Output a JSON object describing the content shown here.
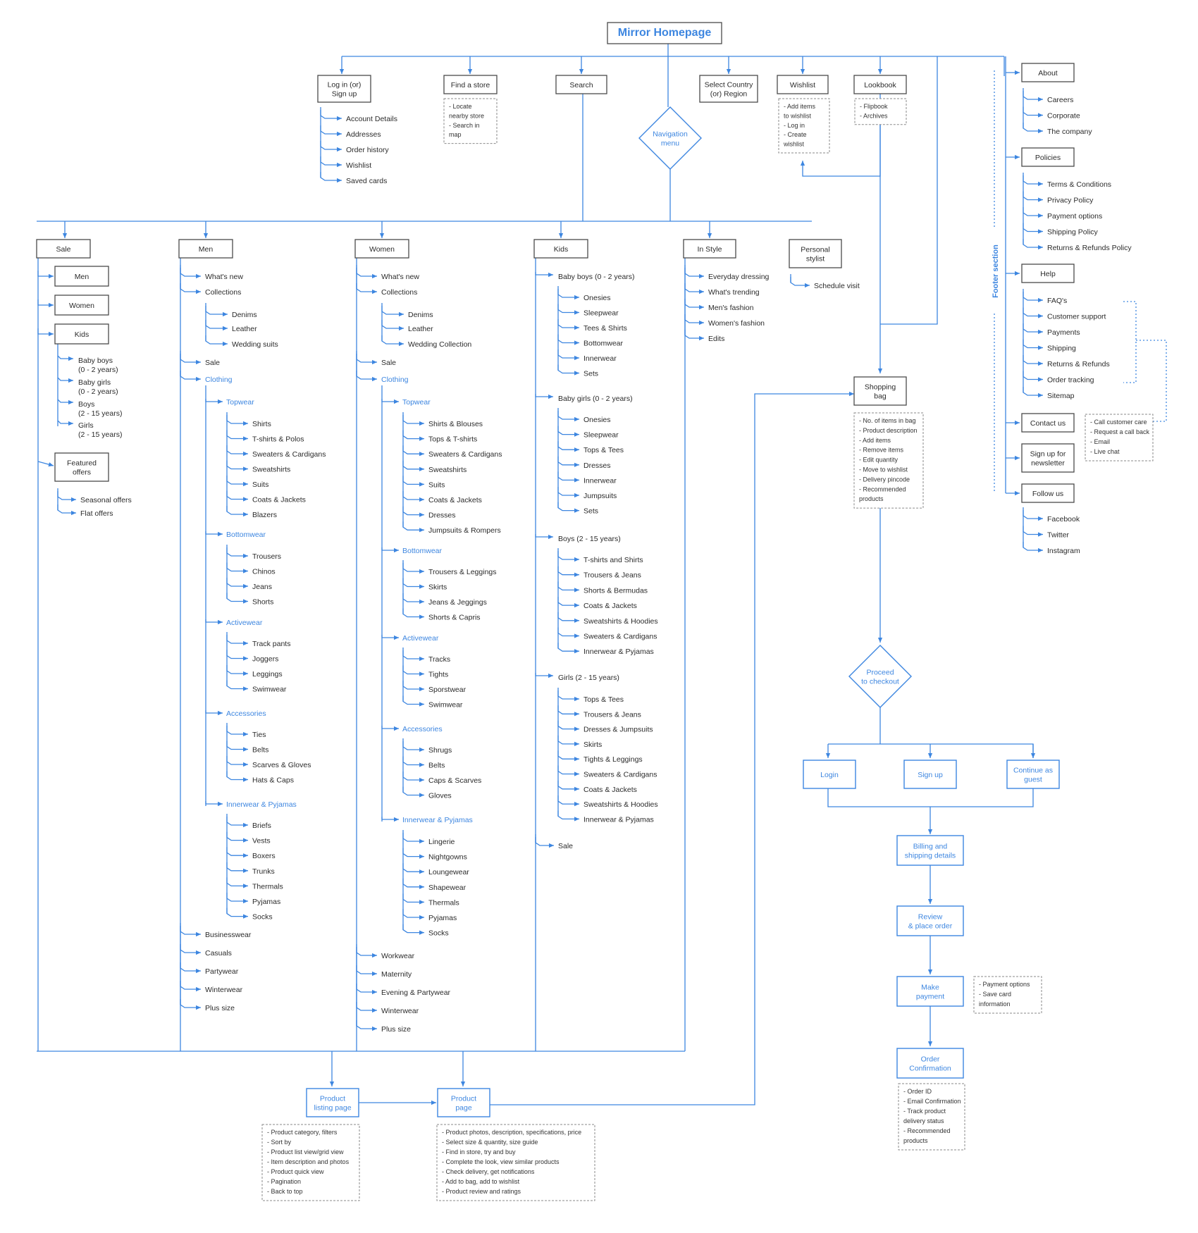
{
  "colors": {
    "accent": "#3d86e0",
    "ink": "#2b2b2b",
    "box": "#4a4a4a",
    "note": "#8a8a8a"
  },
  "title": "Mirror Homepage",
  "nav_menu": "Navigation menu",
  "footer_label": "Footer section",
  "top": {
    "login": "Log in (or) Sign up",
    "find_store": "Find a store",
    "search": "Search",
    "select_country": "Select Country (or) Region",
    "wishlist": "Wishlist",
    "lookbook": "Lookbook",
    "login_items": [
      "Account Details",
      "Addresses",
      "Order history",
      "Wishlist",
      "Saved cards"
    ],
    "find_store_note": [
      "- Locate",
      "  nearby store",
      "- Search in",
      "  map"
    ],
    "wishlist_note": [
      "- Add items",
      "  to wishlist",
      "- Log in",
      "- Create",
      "  wishlist"
    ],
    "lookbook_note": [
      "- Flipbook",
      "- Archives"
    ]
  },
  "sale": {
    "label": "Sale",
    "men": "Men",
    "women": "Women",
    "kids": "Kids",
    "kids_items": [
      "Baby boys",
      "(0 - 2 years)",
      "Baby girls",
      "(0 - 2 years)",
      "Boys",
      "(2 - 15 years)",
      "Girls",
      "(2 - 15 years)"
    ],
    "featured": "Featured offers",
    "featured_items": [
      "Seasonal offers",
      "Flat offers"
    ]
  },
  "men": {
    "label": "Men",
    "top_items": [
      "What's new",
      "Collections"
    ],
    "collections": [
      "Denims",
      "Leather",
      "Wedding suits"
    ],
    "mid_items": [
      "Sale",
      "Clothing"
    ],
    "topwear": "Topwear",
    "topwear_items": [
      "Shirts",
      "T-shirts & Polos",
      "Sweaters & Cardigans",
      "Sweatshirts",
      "Suits",
      "Coats & Jackets",
      "Blazers"
    ],
    "bottomwear": "Bottomwear",
    "bottomwear_items": [
      "Trousers",
      "Chinos",
      "Jeans",
      "Shorts"
    ],
    "activewear": "Activewear",
    "activewear_items": [
      "Track pants",
      "Joggers",
      "Leggings",
      "Swimwear"
    ],
    "accessories": "Accessories",
    "accessories_items": [
      "Ties",
      "Belts",
      "Scarves & Gloves",
      "Hats & Caps"
    ],
    "innerwear": "Innerwear & Pyjamas",
    "innerwear_items": [
      "Briefs",
      "Vests",
      "Boxers",
      "Trunks",
      "Thermals",
      "Pyjamas",
      "Socks"
    ],
    "bottom_items": [
      "Businesswear",
      "Casuals",
      "Partywear",
      "Winterwear",
      "Plus size"
    ]
  },
  "women": {
    "label": "Women",
    "top_items": [
      "What's new",
      "Collections"
    ],
    "collections": [
      "Denims",
      "Leather",
      "Wedding Collection"
    ],
    "mid_items": [
      "Sale",
      "Clothing"
    ],
    "topwear": "Topwear",
    "topwear_items": [
      "Shirts & Blouses",
      "Tops & T-shirts",
      "Sweaters & Cardigans",
      "Sweatshirts",
      "Suits",
      "Coats & Jackets",
      "Dresses",
      "Jumpsuits & Rompers"
    ],
    "bottomwear": "Bottomwear",
    "bottomwear_items": [
      "Trousers & Leggings",
      "Skirts",
      "Jeans & Jeggings",
      "Shorts & Capris"
    ],
    "activewear": "Activewear",
    "activewear_items": [
      "Tracks",
      "Tights",
      "Sporstwear",
      "Swimwear"
    ],
    "accessories": "Accessories",
    "accessories_items": [
      "Shrugs",
      "Belts",
      "Caps & Scarves",
      "Gloves"
    ],
    "innerwear": "Innerwear & Pyjamas",
    "innerwear_items": [
      "Lingerie",
      "Nightgowns",
      "Loungewear",
      "Shapewear",
      "Thermals",
      "Pyjamas",
      "Socks"
    ],
    "bottom_items": [
      "Workwear",
      "Maternity",
      "Evening & Partywear",
      "Winterwear",
      "Plus size"
    ]
  },
  "kids": {
    "label": "Kids",
    "babyboys": "Baby boys (0 - 2 years)",
    "babyboys_items": [
      "Onesies",
      "Sleepwear",
      "Tees & Shirts",
      "Bottomwear",
      "Innerwear",
      "Sets"
    ],
    "babygirls": "Baby girls  (0 - 2 years)",
    "babygirls_items": [
      "Onesies",
      "Sleepwear",
      "Tops & Tees",
      "Dresses",
      "Innerwear",
      "Jumpsuits",
      "Sets"
    ],
    "boys": "Boys  (2 - 15 years)",
    "boys_items": [
      "T-shirts and Shirts",
      "Trousers & Jeans",
      "Shorts & Bermudas",
      "Coats & Jackets",
      "Sweatshirts & Hoodies",
      "Sweaters & Cardigans",
      "Innerwear & Pyjamas"
    ],
    "girls": "Girls  (2 - 15 years)",
    "girls_items": [
      "Tops & Tees",
      "Trousers & Jeans",
      "Dresses & Jumpsuits",
      "Skirts",
      "Tights & Leggings",
      "Sweaters & Cardigans",
      "Coats & Jackets",
      "Sweatshirts & Hoodies",
      "Innerwear & Pyjamas"
    ],
    "sale": "Sale"
  },
  "instyle": {
    "label": "In Style",
    "items": [
      "Everyday dressing",
      "What's trending",
      "Men's fashion",
      "Women's fashion",
      "Edits"
    ]
  },
  "stylist": {
    "label": "Personal stylist",
    "items": [
      "Schedule visit"
    ]
  },
  "footer": {
    "about": "About",
    "about_items": [
      "Careers",
      "Corporate",
      "The company"
    ],
    "policies": "Policies",
    "policies_items": [
      "Terms & Conditions",
      "Privacy Policy",
      "Payment options",
      "Shipping Policy",
      "Returns & Refunds Policy"
    ],
    "help": "Help",
    "help_items": [
      "FAQ's",
      "Customer support",
      "Payments",
      "Shipping",
      "Returns & Refunds",
      "Order tracking",
      "Sitemap"
    ],
    "contact": "Contact us",
    "contact_note": [
      "- Call customer care",
      "- Request a call back",
      "- Email",
      "- Live chat"
    ],
    "newsletter": "Sign up for newsletter",
    "follow": "Follow us",
    "follow_items": [
      "Facebook",
      "Twitter",
      "Instagram"
    ]
  },
  "checkout": {
    "bag": "Shopping bag",
    "bag_note": [
      "- No. of items in bag",
      "- Product description",
      "- Add items",
      "- Remove items",
      "- Edit quantity",
      "- Move to wishlist",
      "- Delivery pincode",
      "- Recommended",
      "  products"
    ],
    "proceed": "Proceed to checkout",
    "login": "Login",
    "signup": "Sign up",
    "guest": "Continue as guest",
    "billing": "Billing and shipping details",
    "review": "Review & place order",
    "payment": "Make payment",
    "payment_note": [
      "- Payment options",
      "- Save card",
      "  information"
    ],
    "confirm": "Order Confirmation",
    "confirm_note": [
      "- Order ID",
      "- Email Confirmation",
      "- Track product",
      "  delivery status",
      "- Recommended",
      "  products"
    ]
  },
  "product": {
    "listing": "Product listing page",
    "listing_note": [
      "- Product category, filters",
      "- Sort by",
      "- Product list view/grid view",
      "- Item description and photos",
      "- Product quick view",
      "- Pagination",
      "- Back to top"
    ],
    "page": "Product page",
    "page_note": [
      "- Product photos, description, specifications, price",
      "- Select size & quantity, size guide",
      "- Find in store, try and buy",
      "- Complete the look, view similar products",
      "- Check delivery, get notifications",
      "- Add to bag, add to wishlist",
      "- Product review and ratings"
    ]
  }
}
